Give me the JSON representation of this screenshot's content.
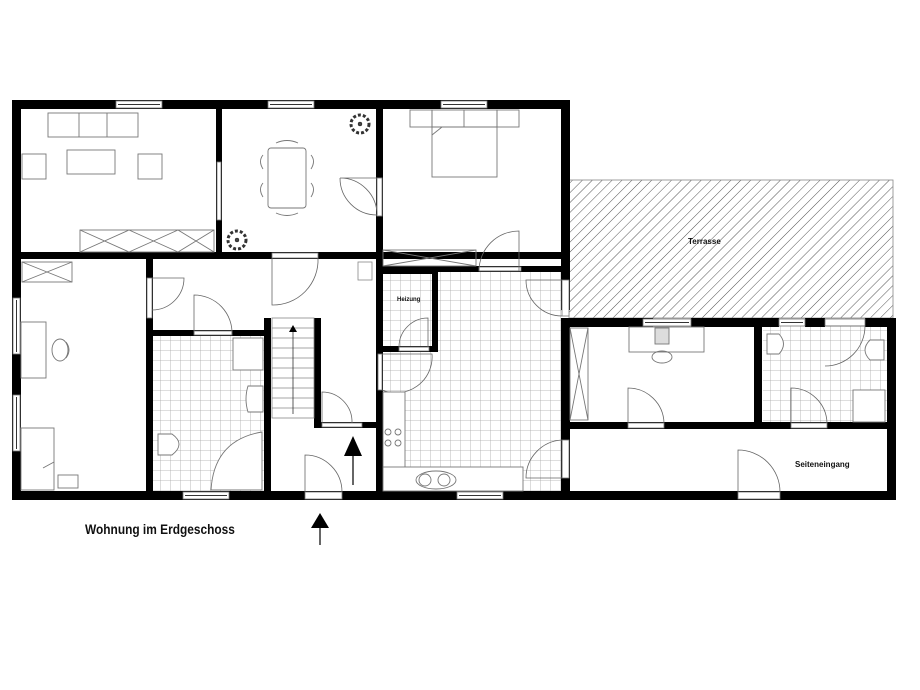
{
  "plan": {
    "title": "Wohnung im Erdgeschoss",
    "labels": {
      "terrace": "Terrasse",
      "heating": "Heizung",
      "side_entrance": "Seiteneingang"
    },
    "rooms": [
      {
        "id": "living-room",
        "furniture": [
          "sofa",
          "armchair",
          "armchair",
          "coffee-table",
          "sideboard"
        ]
      },
      {
        "id": "dining-room",
        "furniture": [
          "dining-table",
          "chair",
          "chair",
          "chair",
          "chair",
          "chair",
          "chair",
          "plant",
          "plant"
        ]
      },
      {
        "id": "bedroom",
        "furniture": [
          "double-bed",
          "nightstand",
          "nightstand",
          "wardrobe"
        ]
      },
      {
        "id": "study",
        "furniture": [
          "wardrobe",
          "desk",
          "office-chair",
          "bed",
          "nightstand"
        ]
      },
      {
        "id": "bathroom",
        "furniture": [
          "shower",
          "sink",
          "toilet",
          "corner-bathtub"
        ]
      },
      {
        "id": "hallway",
        "furniture": [
          "stairs",
          "sink"
        ]
      },
      {
        "id": "heating-room",
        "furniture": []
      },
      {
        "id": "kitchen",
        "furniture": [
          "counter",
          "stove",
          "sink"
        ]
      },
      {
        "id": "office",
        "furniture": [
          "wardrobe",
          "desk",
          "computer",
          "office-chair"
        ]
      },
      {
        "id": "guest-wc",
        "furniture": [
          "sink",
          "toilet",
          "shower"
        ]
      },
      {
        "id": "side-entrance",
        "furniture": []
      },
      {
        "id": "terrace",
        "furniture": []
      }
    ],
    "entrances": [
      {
        "id": "main-entrance-arrow",
        "direction": "up"
      },
      {
        "id": "stair-arrow",
        "direction": "up"
      }
    ],
    "colors": {
      "wall": "#000000",
      "line": "#666666",
      "tile": "#999999",
      "hatch": "#555555",
      "background": "#ffffff"
    }
  }
}
